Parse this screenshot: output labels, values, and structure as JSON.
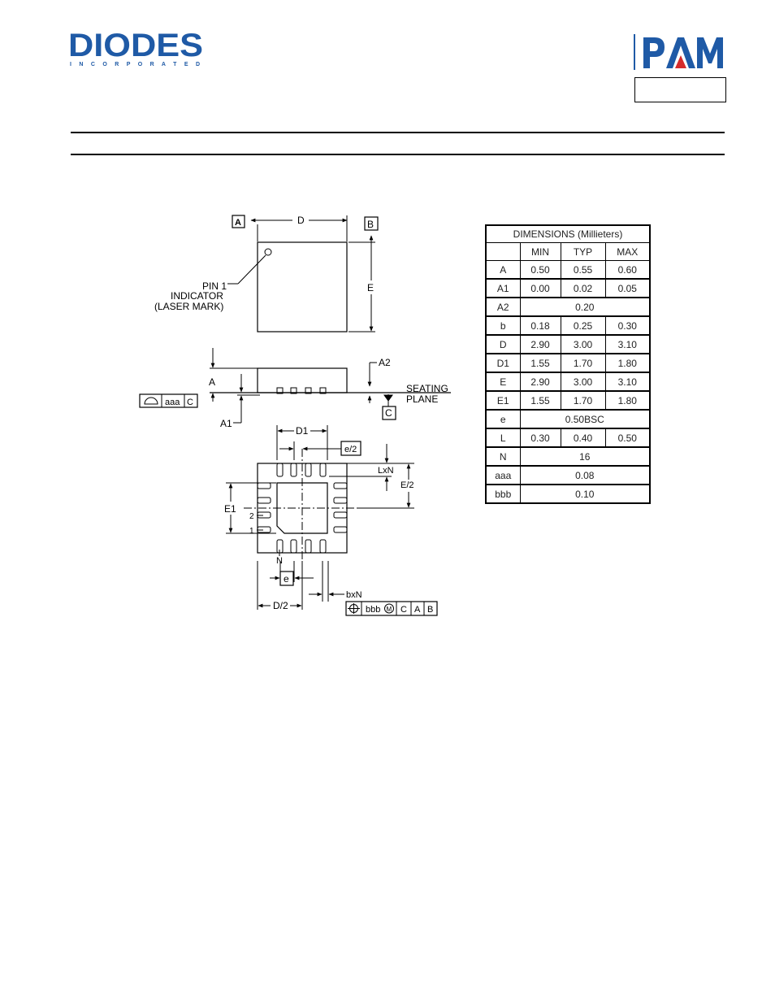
{
  "header": {
    "diodes_logo_text": "DIODES",
    "diodes_logo_sub": "I N C O R P O R A T E D",
    "pam_logo_text": "PAM",
    "part_number": ""
  },
  "drawing": {
    "datum_a": "A",
    "datum_b": "B",
    "datum_c": "C",
    "label_d": "D",
    "label_e": "E",
    "pin1_line1": "PIN 1",
    "pin1_line2": "INDICATOR",
    "pin1_line3": "(LASER MARK)",
    "label_a": "A",
    "label_a1": "A1",
    "label_a2": "A2",
    "seating_line1": "SEATING",
    "seating_line2": "PLANE",
    "fcf_aaa": "aaa",
    "fcf_aaa_datum": "C",
    "label_d1": "D1",
    "label_e_half": "e/2",
    "label_lxn": "LxN",
    "label_e_half_big": "E/2",
    "label_e1": "E1",
    "pin_2": "2",
    "pin_1": "1",
    "label_n": "N",
    "label_e_pitch": "e",
    "label_d_half": "D/2",
    "label_bxn": "bxN",
    "fcf_bbb": "bbb",
    "fcf_m": "M",
    "fcf_c": "C",
    "fcf_a": "A",
    "fcf_b": "B"
  },
  "table": {
    "title": "DIMENSIONS (Millieters)",
    "headers": [
      "",
      "MIN",
      "TYP",
      "MAX"
    ],
    "rows": [
      {
        "sym": "A",
        "min": "0.50",
        "typ": "0.55",
        "max": "0.60"
      },
      {
        "sym": "A1",
        "min": "0.00",
        "typ": "0.02",
        "max": "0.05"
      },
      {
        "sym": "A2",
        "span": "0.20"
      },
      {
        "sym": "b",
        "min": "0.18",
        "typ": "0.25",
        "max": "0.30"
      },
      {
        "sym": "D",
        "min": "2.90",
        "typ": "3.00",
        "max": "3.10"
      },
      {
        "sym": "D1",
        "min": "1.55",
        "typ": "1.70",
        "max": "1.80"
      },
      {
        "sym": "E",
        "min": "2.90",
        "typ": "3.00",
        "max": "3.10"
      },
      {
        "sym": "E1",
        "min": "1.55",
        "typ": "1.70",
        "max": "1.80"
      },
      {
        "sym": "e",
        "span": "0.50BSC"
      },
      {
        "sym": "L",
        "min": "0.30",
        "typ": "0.40",
        "max": "0.50"
      },
      {
        "sym": "N",
        "span": "16"
      },
      {
        "sym": "aaa",
        "span": "0.08"
      },
      {
        "sym": "bbb",
        "span": "0.10"
      }
    ]
  },
  "colors": {
    "diodes_blue": "#1f5aa6",
    "pam_blue": "#1f5aa6",
    "pam_red": "#d52b2b"
  }
}
